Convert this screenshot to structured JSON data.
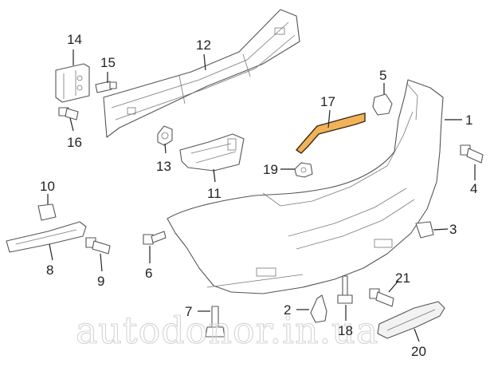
{
  "diagram": {
    "callouts": [
      "1",
      "2",
      "3",
      "4",
      "5",
      "6",
      "7",
      "8",
      "9",
      "10",
      "11",
      "12",
      "13",
      "14",
      "15",
      "16",
      "17",
      "18",
      "19",
      "20",
      "21"
    ],
    "watermark": "autodonor.in.ua",
    "colors": {
      "highlight": "#f2b25a",
      "line": "#555555",
      "text": "#222222"
    }
  }
}
